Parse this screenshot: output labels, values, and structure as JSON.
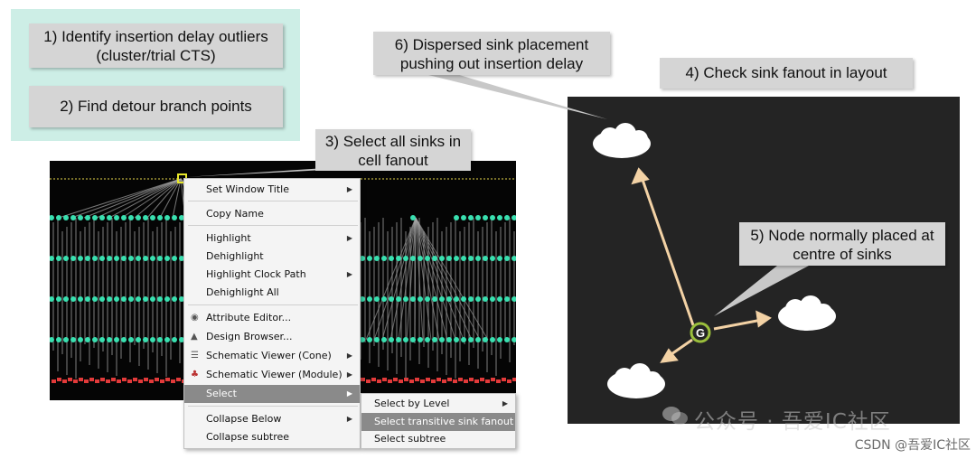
{
  "callouts": {
    "identify_outliers": "1) Identify insertion delay outliers (cluster/trial CTS)",
    "detour_points": "2) Find detour branch points",
    "select_sinks": "3) Select all sinks in cell fanout",
    "check_fanout": "4) Check sink fanout in layout",
    "node_centre": "5) Node normally placed at centre of sinks",
    "dispersed_placement": "6) Dispersed sink placement pushing out insertion delay"
  },
  "context_menu": {
    "items": [
      {
        "label": "Set Window Title",
        "submenu": true
      },
      {
        "label": "Copy Name"
      },
      {
        "label": "Highlight",
        "submenu": true
      },
      {
        "label": "Dehighlight"
      },
      {
        "label": "Highlight Clock Path",
        "submenu": true
      },
      {
        "label": "Dehighlight All"
      },
      {
        "label": "Attribute Editor...",
        "icon": "attribute-icon"
      },
      {
        "label": "Design Browser...",
        "icon": "browser-icon"
      },
      {
        "label": "Schematic Viewer (Cone)",
        "submenu": true,
        "icon": "schematic-cone-icon"
      },
      {
        "label": "Schematic Viewer (Module)",
        "submenu": true,
        "icon": "schematic-module-icon"
      },
      {
        "label": "Select",
        "submenu": true,
        "selected": true
      },
      {
        "label": "Collapse Below",
        "submenu": true
      },
      {
        "label": "Collapse subtree"
      }
    ]
  },
  "select_submenu": {
    "items": [
      {
        "label": "Select by Level",
        "submenu": true
      },
      {
        "label": "Select transitive sink fanout",
        "selected": true
      },
      {
        "label": "Select subtree"
      }
    ]
  },
  "layout_view": {
    "node_label": "G",
    "colors": {
      "background": "#242424",
      "arrow": "#f3d2a5",
      "node": "#9bbf3c"
    }
  },
  "schematic_colors": {
    "node": "#39e0b0",
    "wire": "#a8a8a8",
    "sink": "#e23a3a",
    "highlight": "#e8e82a"
  },
  "watermark": "公众号 · 吾爱IC社区",
  "credit": "CSDN @吾爱IC社区"
}
